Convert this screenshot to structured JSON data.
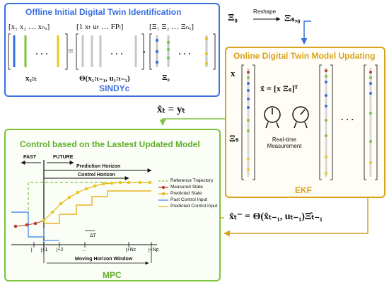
{
  "offline": {
    "title": "Offline Initial Digital Twin Identification",
    "row_x": "[x₁  x₂  …  xₙₓ]",
    "row_theta": "[1  xₜ  uₜ  …  FPₗ]",
    "row_xi": "[Ξ₁  Ξ₂  …  Ξₙₓ]",
    "label_x": "x₂:ₜ",
    "label_theta": "Θ(x₁:ₜ₋₁, u₁:ₜ₋₁)",
    "label_xi": "Ξ₀",
    "method": "SINDYc",
    "equals": "=",
    "dot": "·"
  },
  "reshape": {
    "label": "Reshape",
    "from": "Ξ₀",
    "to": "Ξₛ,₀"
  },
  "online": {
    "title": "Online Digital Twin Model Updating",
    "state_eq": "x̄ = [x  Ξₛ]ᵀ",
    "label_x": "x",
    "label_xi": "Ξₛ",
    "measurement": "Real-time\nMeasurement",
    "method": "EKF",
    "ellipsis": "· · ·"
  },
  "feedback_eq": "x̂ₜ = yₜ",
  "update_eq": "x̂ₜ⁻ = Θ(x̂ₜ₋₁, uₜ₋₁)Ξ̂ₜ₋₁",
  "control": {
    "title": "Control based on the Lastest Updated  Model",
    "past": "PAST",
    "future": "FUTURE",
    "prediction_horizon": "Prediction Horizon",
    "control_horizon": "Control Horizon",
    "delta_t": "ΔT",
    "ticks": [
      "j",
      "j+1",
      "j+2",
      "...",
      "j+Nc",
      "j+Np"
    ],
    "window": "Moving Horizon Window",
    "method": "MPC",
    "legend": [
      {
        "label": "Reference Trajectory",
        "color": "#7cc33e",
        "style": "dashed"
      },
      {
        "label": "Measured State",
        "color": "#b5412f",
        "style": "dot"
      },
      {
        "label": "Predicted State",
        "color": "#e6b31e",
        "style": "dot"
      },
      {
        "label": "Past Control Input",
        "color": "#4f8ff0",
        "style": "line"
      },
      {
        "label": "Predicted Control Input",
        "color": "#e6b31e",
        "style": "line"
      }
    ]
  },
  "colors": {
    "blue": "#3a6fe0",
    "orange": "#d9a21b",
    "green": "#7cc33e",
    "gray": "#c7c7c7",
    "red": "#b5412f",
    "yellow": "#e6c81e"
  }
}
